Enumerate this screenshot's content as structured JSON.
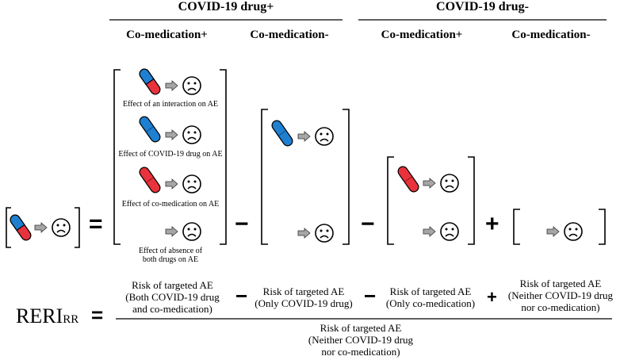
{
  "header": {
    "group_positive": "COVID-19 drug+",
    "group_negative": "COVID-19 drug-",
    "sub_co_pos_1": "Co-medication+",
    "sub_co_neg_1": "Co-medication-",
    "sub_co_pos_2": "Co-medication+",
    "sub_co_neg_2": "Co-medication-"
  },
  "captions": {
    "interaction": "Effect of an interaction on AE",
    "covid_drug": "Effect of COVID-19 drug on AE",
    "co_medication": "Effect of co-medication on AE",
    "absence_line1": "Effect of absence of",
    "absence_line2": "both drugs on AE"
  },
  "operators": {
    "equals": "=",
    "minus": "−",
    "plus": "+"
  },
  "formula": {
    "label_main": "RERI",
    "label_sub": "RR",
    "equals": "=",
    "term1": [
      "Risk of targeted AE",
      "(Both COVID-19 drug",
      "and co-medication)"
    ],
    "term2": [
      "Risk of targeted AE",
      "(Only COVID-19 drug)"
    ],
    "term3": [
      "Risk of targeted AE",
      "(Only co-medication)"
    ],
    "term4": [
      "Risk of targeted AE",
      "(Neither COVID-19 drug",
      "nor co-medication)"
    ],
    "denominator": [
      "Risk of targeted AE",
      "(Neither COVID-19 drug",
      "nor co-medication)"
    ],
    "minus": "−",
    "plus": "+"
  },
  "colors": {
    "capsule_blue": "#1f7fd0",
    "capsule_red": "#e8323c",
    "arrow_gray": "#a6a6a6"
  }
}
